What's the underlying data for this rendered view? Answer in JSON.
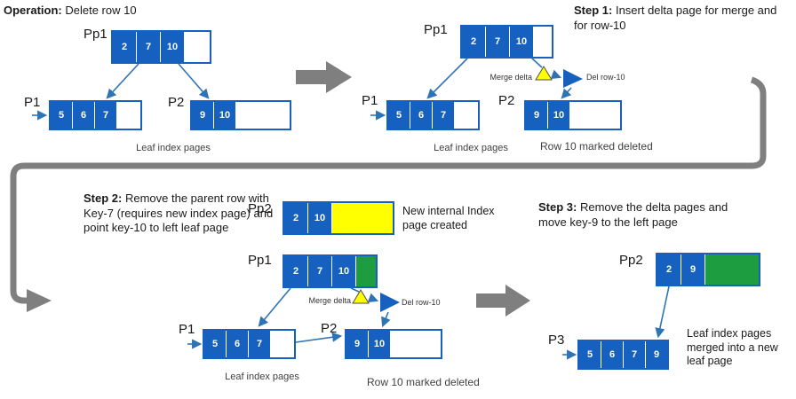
{
  "colors": {
    "blue": "#1660C0",
    "yellow": "#FFFF00",
    "green": "#1E9C40",
    "gray": "#7F7F7F",
    "arrow": "#2E74B5",
    "ink": "#1A1A1A",
    "caption": "#3F3F3F"
  },
  "panel1": {
    "title_bold": "Operation:",
    "title_rest": " Delete row 10",
    "pp1": {
      "label": "Pp1",
      "cells": [
        "2",
        "7",
        "10"
      ]
    },
    "p1": {
      "label": "P1",
      "cells": [
        "5",
        "6",
        "7"
      ]
    },
    "p2": {
      "label": "P2",
      "cells": [
        "9",
        "10"
      ]
    },
    "leaf_caption": "Leaf index pages"
  },
  "panel2": {
    "title_bold": "Step 1:",
    "title_rest": " Insert delta page for merge and for row-10",
    "pp1": {
      "label": "Pp1",
      "cells": [
        "2",
        "7",
        "10"
      ]
    },
    "merge_delta_label": "Merge delta",
    "del_row_label": "Del row-10",
    "p1": {
      "label": "P1",
      "cells": [
        "5",
        "6",
        "7"
      ]
    },
    "p2": {
      "label": "P2",
      "cells": [
        "9",
        "10"
      ]
    },
    "leaf_caption": "Leaf index pages",
    "deleted_caption": "Row 10 marked deleted"
  },
  "panel3": {
    "title_bold": "Step 2:",
    "title_rest": " Remove the parent row with Key-7 (requires new index page) and point key-10 to left leaf page",
    "pp2": {
      "label": "Pp2",
      "cells": [
        "2",
        "10"
      ]
    },
    "new_page_caption": "New internal Index page created",
    "pp1": {
      "label": "Pp1",
      "cells": [
        "2",
        "7",
        "10"
      ]
    },
    "merge_delta_label": "Merge delta",
    "del_row_label": "Del row-10",
    "p1": {
      "label": "P1",
      "cells": [
        "5",
        "6",
        "7"
      ]
    },
    "p2": {
      "label": "P2",
      "cells": [
        "9",
        "10"
      ]
    },
    "leaf_caption": "Leaf index pages",
    "deleted_caption": "Row 10 marked deleted"
  },
  "panel4": {
    "title_bold": "Step 3:",
    "title_rest": " Remove the delta pages and move key-9 to the left page",
    "pp2": {
      "label": "Pp2",
      "cells": [
        "2",
        "9"
      ]
    },
    "p3": {
      "label": "P3",
      "cells": [
        "5",
        "6",
        "7",
        "9"
      ]
    },
    "caption": "Leaf index pages merged into a new leaf page"
  }
}
